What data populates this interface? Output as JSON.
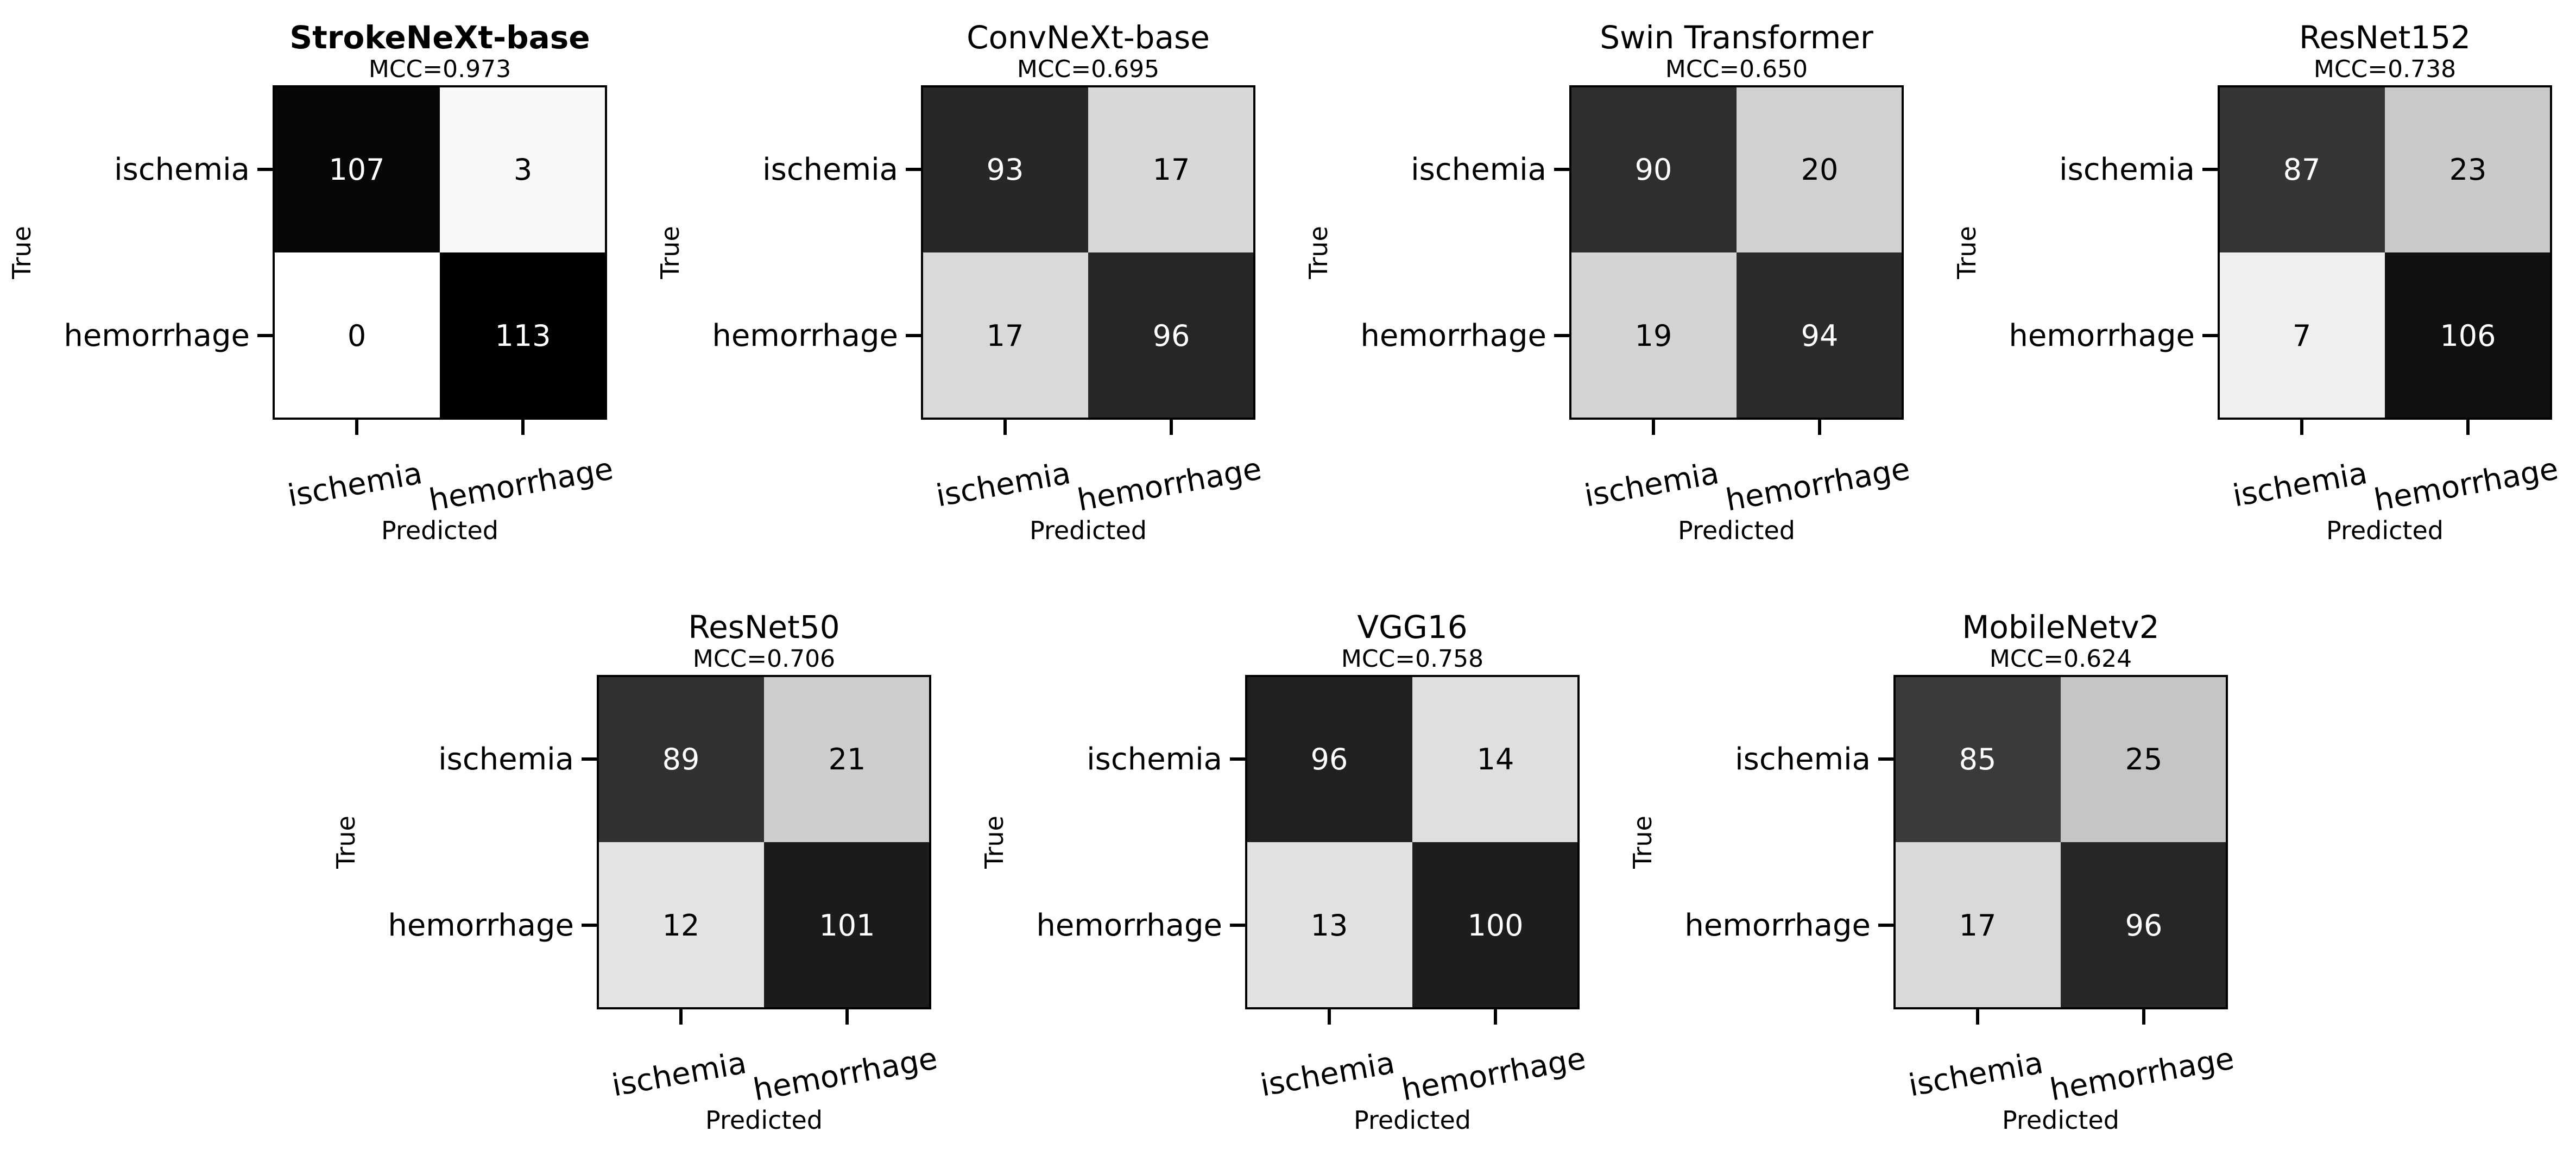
{
  "chart_data": [
    {
      "type": "heatmap",
      "title": "StrokeNeXt-base",
      "subtitle": "MCC=0.973",
      "xlabel": "Predicted",
      "ylabel": "True",
      "x_tick_labels": [
        "ischemia",
        "hemorrhage"
      ],
      "y_tick_labels": [
        "ischemia",
        "hemorrhage"
      ],
      "matrix": [
        [
          107,
          3
        ],
        [
          0,
          113
        ]
      ]
    },
    {
      "type": "heatmap",
      "title": "ConvNeXt-base",
      "subtitle": "MCC=0.695",
      "xlabel": "Predicted",
      "ylabel": "True",
      "x_tick_labels": [
        "ischemia",
        "hemorrhage"
      ],
      "y_tick_labels": [
        "ischemia",
        "hemorrhage"
      ],
      "matrix": [
        [
          93,
          17
        ],
        [
          17,
          96
        ]
      ]
    },
    {
      "type": "heatmap",
      "title": "Swin Transformer",
      "subtitle": "MCC=0.650",
      "xlabel": "Predicted",
      "ylabel": "True",
      "x_tick_labels": [
        "ischemia",
        "hemorrhage"
      ],
      "y_tick_labels": [
        "ischemia",
        "hemorrhage"
      ],
      "matrix": [
        [
          90,
          20
        ],
        [
          19,
          94
        ]
      ]
    },
    {
      "type": "heatmap",
      "title": "ResNet152",
      "subtitle": "MCC=0.738",
      "xlabel": "Predicted",
      "ylabel": "True",
      "x_tick_labels": [
        "ischemia",
        "hemorrhage"
      ],
      "y_tick_labels": [
        "ischemia",
        "hemorrhage"
      ],
      "matrix": [
        [
          87,
          23
        ],
        [
          7,
          106
        ]
      ]
    },
    {
      "type": "heatmap",
      "title": "ResNet50",
      "subtitle": "MCC=0.706",
      "xlabel": "Predicted",
      "ylabel": "True",
      "x_tick_labels": [
        "ischemia",
        "hemorrhage"
      ],
      "y_tick_labels": [
        "ischemia",
        "hemorrhage"
      ],
      "matrix": [
        [
          89,
          21
        ],
        [
          12,
          101
        ]
      ]
    },
    {
      "type": "heatmap",
      "title": "VGG16",
      "subtitle": "MCC=0.758",
      "xlabel": "Predicted",
      "ylabel": "True",
      "x_tick_labels": [
        "ischemia",
        "hemorrhage"
      ],
      "y_tick_labels": [
        "ischemia",
        "hemorrhage"
      ],
      "matrix": [
        [
          96,
          14
        ],
        [
          13,
          100
        ]
      ]
    },
    {
      "type": "heatmap",
      "title": "MobileNetv2",
      "subtitle": "MCC=0.624",
      "xlabel": "Predicted",
      "ylabel": "True",
      "x_tick_labels": [
        "ischemia",
        "hemorrhage"
      ],
      "y_tick_labels": [
        "ischemia",
        "hemorrhage"
      ],
      "matrix": [
        [
          85,
          25
        ],
        [
          17,
          96
        ]
      ]
    }
  ]
}
